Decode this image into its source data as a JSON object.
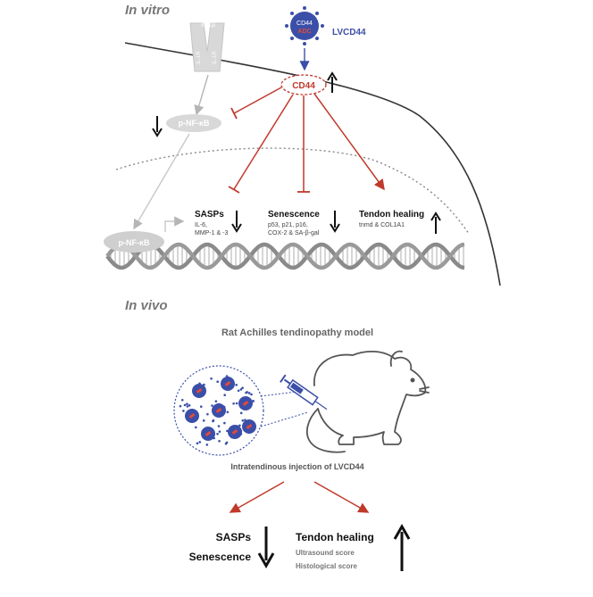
{
  "colors": {
    "red": "#c0392b",
    "blue": "#3b4fa8",
    "gray": "#aaaaaa",
    "dark": "#222222"
  },
  "invitro": {
    "heading": "In vitro",
    "receptor_label": "IL-1β",
    "receptor_sub_left": "IL-1R",
    "receptor_sub_right": "IL-1R",
    "vesicle_label_top": "CD44",
    "vesicle_label_bottom": "ADC",
    "vesicle_name": "LVCD44",
    "cd44": "CD44",
    "pnfkb_upper": "p-NF-κB",
    "pnfkb_lower": "p-NF-κB",
    "sasps_title": "SASPs",
    "sasps_l1": "IL-6,",
    "sasps_l2": "MMP-1 & -3",
    "sen_title": "Senescence",
    "sen_l1": "p53, p21, p16,",
    "sen_l2": "COX-2 & SA-β-gal",
    "heal_title": "Tendon healing",
    "heal_l1": "tnmd & COL1A1"
  },
  "invivo": {
    "heading": "In vivo",
    "model_title": "Rat Achilles tendinopathy model",
    "injection": "Intratendinous injection of LVCD44",
    "out_sasps": "SASPs",
    "out_sen": "Senescence",
    "out_heal": "Tendon healing",
    "out_us": "Ultrasound score",
    "out_hist": "Histological score"
  }
}
